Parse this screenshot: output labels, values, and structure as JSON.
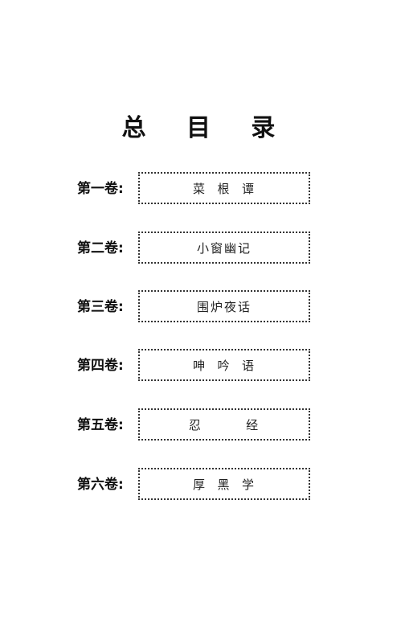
{
  "title": "总 目 录",
  "volumes": [
    {
      "label": "第一卷:",
      "book": "菜  根  谭"
    },
    {
      "label": "第二卷:",
      "book": "小窗幽记"
    },
    {
      "label": "第三卷:",
      "book": "围炉夜话"
    },
    {
      "label": "第四卷:",
      "book": "呻  吟  语"
    },
    {
      "label": "第五卷:",
      "book": "忍        经"
    },
    {
      "label": "第六卷:",
      "book": "厚  黑  学"
    }
  ]
}
